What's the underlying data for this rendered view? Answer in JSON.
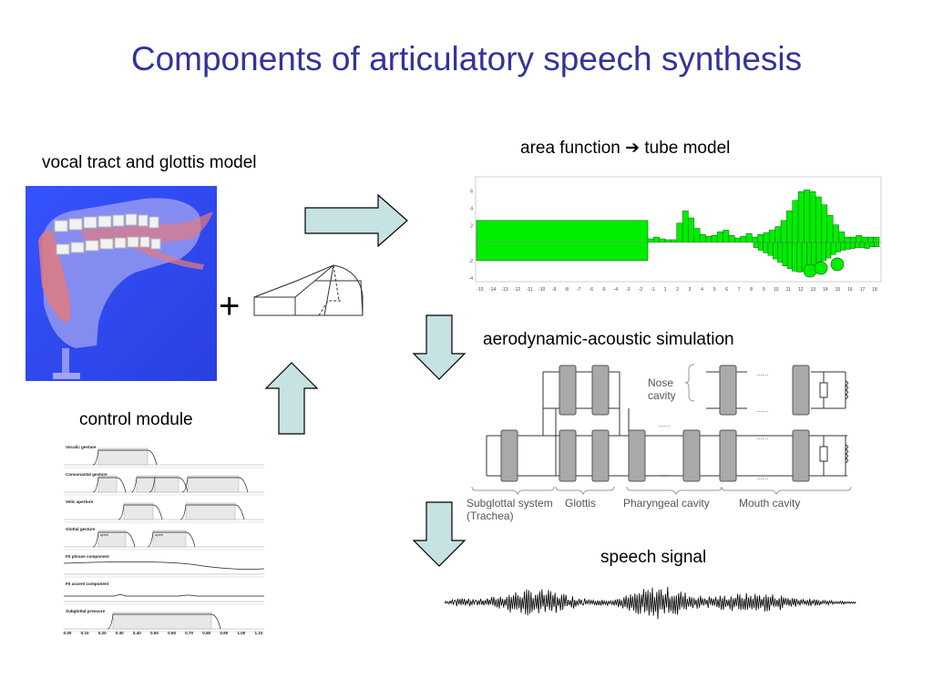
{
  "slide": {
    "title": "Components of articulatory speech synthesis"
  },
  "labels": {
    "vocal_tract": "vocal tract and glottis model",
    "area_function_a": "area function",
    "area_function_b": "tube model",
    "aero": "aerodynamic-acoustic simulation",
    "control": "control module",
    "speech": "speech signal",
    "plus": "+"
  },
  "network": {
    "nose_cavity": "Nose cavity",
    "sections": [
      "Subglottal system (Trachea)",
      "Glottis",
      "Pharyngeal cavity",
      "Mouth cavity"
    ],
    "ellipsis": "......"
  },
  "control_module": {
    "tracks": [
      "Vocalic gesture",
      "Consonantal gesture",
      "Velic aperture",
      "Glottal gesture",
      "F0 phrase component",
      "F0 accent component",
      "Subglottal pressure"
    ],
    "ticks": [
      "0.00",
      "0.10",
      "0.20",
      "0.30",
      "0.40",
      "0.50",
      "0.60",
      "0.70",
      "0.80",
      "0.90",
      "1.00",
      "1.10"
    ],
    "glottal_labels": [
      "open",
      "open"
    ]
  },
  "chart_data": {
    "type": "bar",
    "title": "",
    "xlabel": "",
    "ylabel": "",
    "x_ticks": [
      "-15",
      "-14",
      "-13",
      "-12",
      "-11",
      "-10",
      "-9",
      "-8",
      "-7",
      "-6",
      "-5",
      "-4",
      "-3",
      "-2",
      "-1",
      "1",
      "2",
      "3",
      "4",
      "5",
      "6",
      "7",
      "8",
      "9",
      "10",
      "11",
      "12",
      "13",
      "14",
      "15",
      "16",
      "17",
      "18"
    ],
    "y_ticks": [
      "6",
      "4",
      "2",
      "-2",
      "-4"
    ],
    "ylim": [
      -4.5,
      7.5
    ],
    "grid": false,
    "subglottal_value": 2.5,
    "vocal_tract_values": [
      0.4,
      0.6,
      0.4,
      0.3,
      0.3,
      2.2,
      3.6,
      2.8,
      1.6,
      0.9,
      0.7,
      0.8,
      1.2,
      1.4,
      0.8,
      0.5,
      0.7,
      1.0,
      0.6,
      0.9,
      1.1,
      1.4,
      1.8,
      2.5,
      3.6,
      4.8,
      5.8,
      6.0,
      5.8,
      5.2,
      4.3,
      3.1,
      2.0,
      1.2,
      0.6,
      0.6,
      0.8,
      0.6,
      0.6,
      0.6
    ],
    "glottis_values": [
      0.6,
      0.9,
      1.2,
      1.5,
      1.9,
      2.3,
      2.7,
      3.0,
      3.3,
      3.4,
      3.3,
      3.1,
      2.8,
      2.4,
      2.1,
      1.8,
      1.4,
      1.1,
      0.9,
      0.8,
      0.7,
      0.6,
      0.6,
      0.7,
      0.5,
      0.5
    ]
  },
  "colors": {
    "title": "#33339a",
    "arrow_fill": "#c6e2e2",
    "bar_green": "#00ee00",
    "glottis_box": "#a9a9a9"
  }
}
